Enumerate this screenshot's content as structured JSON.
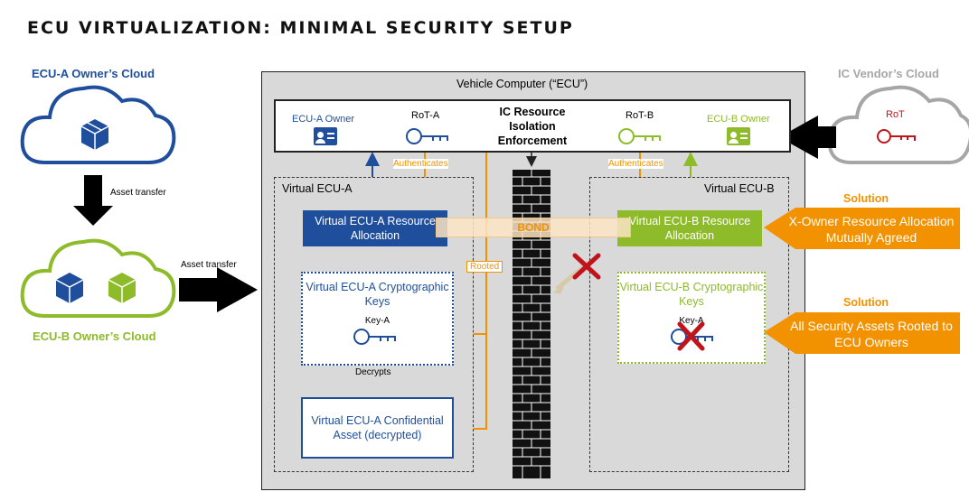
{
  "title": "ECU VIRTUALIZATION: MINIMAL SECURITY SETUP",
  "clouds": {
    "ecu_a": "ECU-A Owner’s Cloud",
    "ecu_b": "ECU-B Owner’s Cloud",
    "vendor": "IC Vendor’s Cloud",
    "vendor_rot": "RoT"
  },
  "asset_transfer_1": "Asset transfer",
  "asset_transfer_2": "Asset transfer",
  "vehicle_computer": "Vehicle Computer (“ECU”)",
  "top_bar": {
    "ecu_a_owner": "ECU-A Owner",
    "rot_a": "RoT-A",
    "isolation": "IC Resource Isolation Enforcement",
    "rot_b": "RoT-B",
    "ecu_b_owner": "ECU-B Owner"
  },
  "authenticates_a": "Authenticates",
  "authenticates_b": "Authenticates",
  "virtual_ecu_a": {
    "title": "Virtual ECU-A",
    "alloc": "Virtual ECU-A Resource Allocation",
    "keys": "Virtual ECU-A Cryptographic Keys",
    "key": "Key-A",
    "decrypts": "Decrypts",
    "asset": "Virtual ECU-A Confidential Asset (decrypted)"
  },
  "virtual_ecu_b": {
    "title": "Virtual ECU-B",
    "alloc": "Virtual ECU-B Resource Allocation",
    "keys": "Virtual ECU-B Cryptographic Keys",
    "key": "Key-A"
  },
  "bond": "BOND",
  "rooted": "Rooted",
  "solutions": [
    {
      "head": "Solution",
      "text": "X-Owner Resource Allocation Mutually Agreed"
    },
    {
      "head": "Solution",
      "text": "All Security Assets Rooted to ECU Owners"
    }
  ],
  "colors": {
    "blue": "#1f4e9c",
    "green": "#8dbb2a",
    "orange": "#f39200",
    "gray": "#a6a6a6",
    "red": "#c0141c"
  },
  "icons": [
    "cloud-icon",
    "package-icon",
    "id-card-icon",
    "key-icon",
    "brick-wall-icon",
    "cross-icon",
    "arrow-icon"
  ]
}
